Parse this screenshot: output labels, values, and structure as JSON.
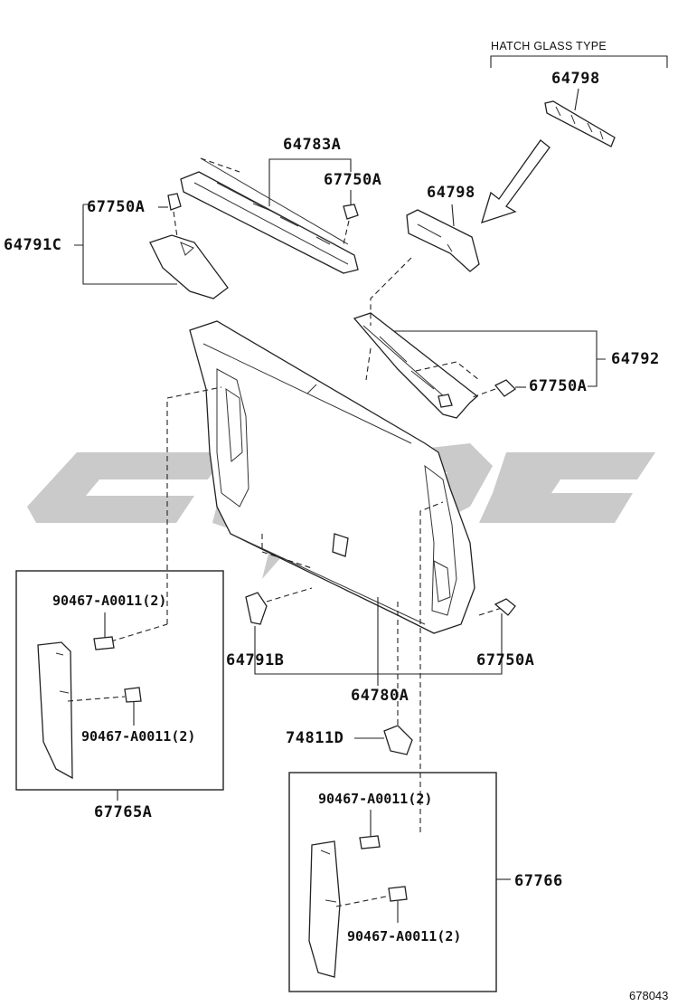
{
  "diagram": {
    "header_note": "HATCH GLASS TYPE",
    "figure_number": "678043",
    "labels": {
      "p64798_top": "64798",
      "p64783A": "64783A",
      "p67750A_top": "67750A",
      "p64798_mid": "64798",
      "p67750A_left": "67750A",
      "p64791C": "64791C",
      "p64792": "64792",
      "p67750A_right": "67750A",
      "p90467_a": "90467-A0011(2)",
      "p90467_b": "90467-A0011(2)",
      "p64791B": "64791B",
      "p67750A_bottom": "67750A",
      "p64780A": "64780A",
      "p74811D": "74811D",
      "p67765A": "67765A",
      "p90467_c": "90467-A0011(2)",
      "p67766": "67766",
      "p90467_d": "90467-A0011(2)"
    },
    "colors": {
      "line": "#222222",
      "watermark": "#8a8a8a",
      "background": "#ffffff"
    }
  }
}
